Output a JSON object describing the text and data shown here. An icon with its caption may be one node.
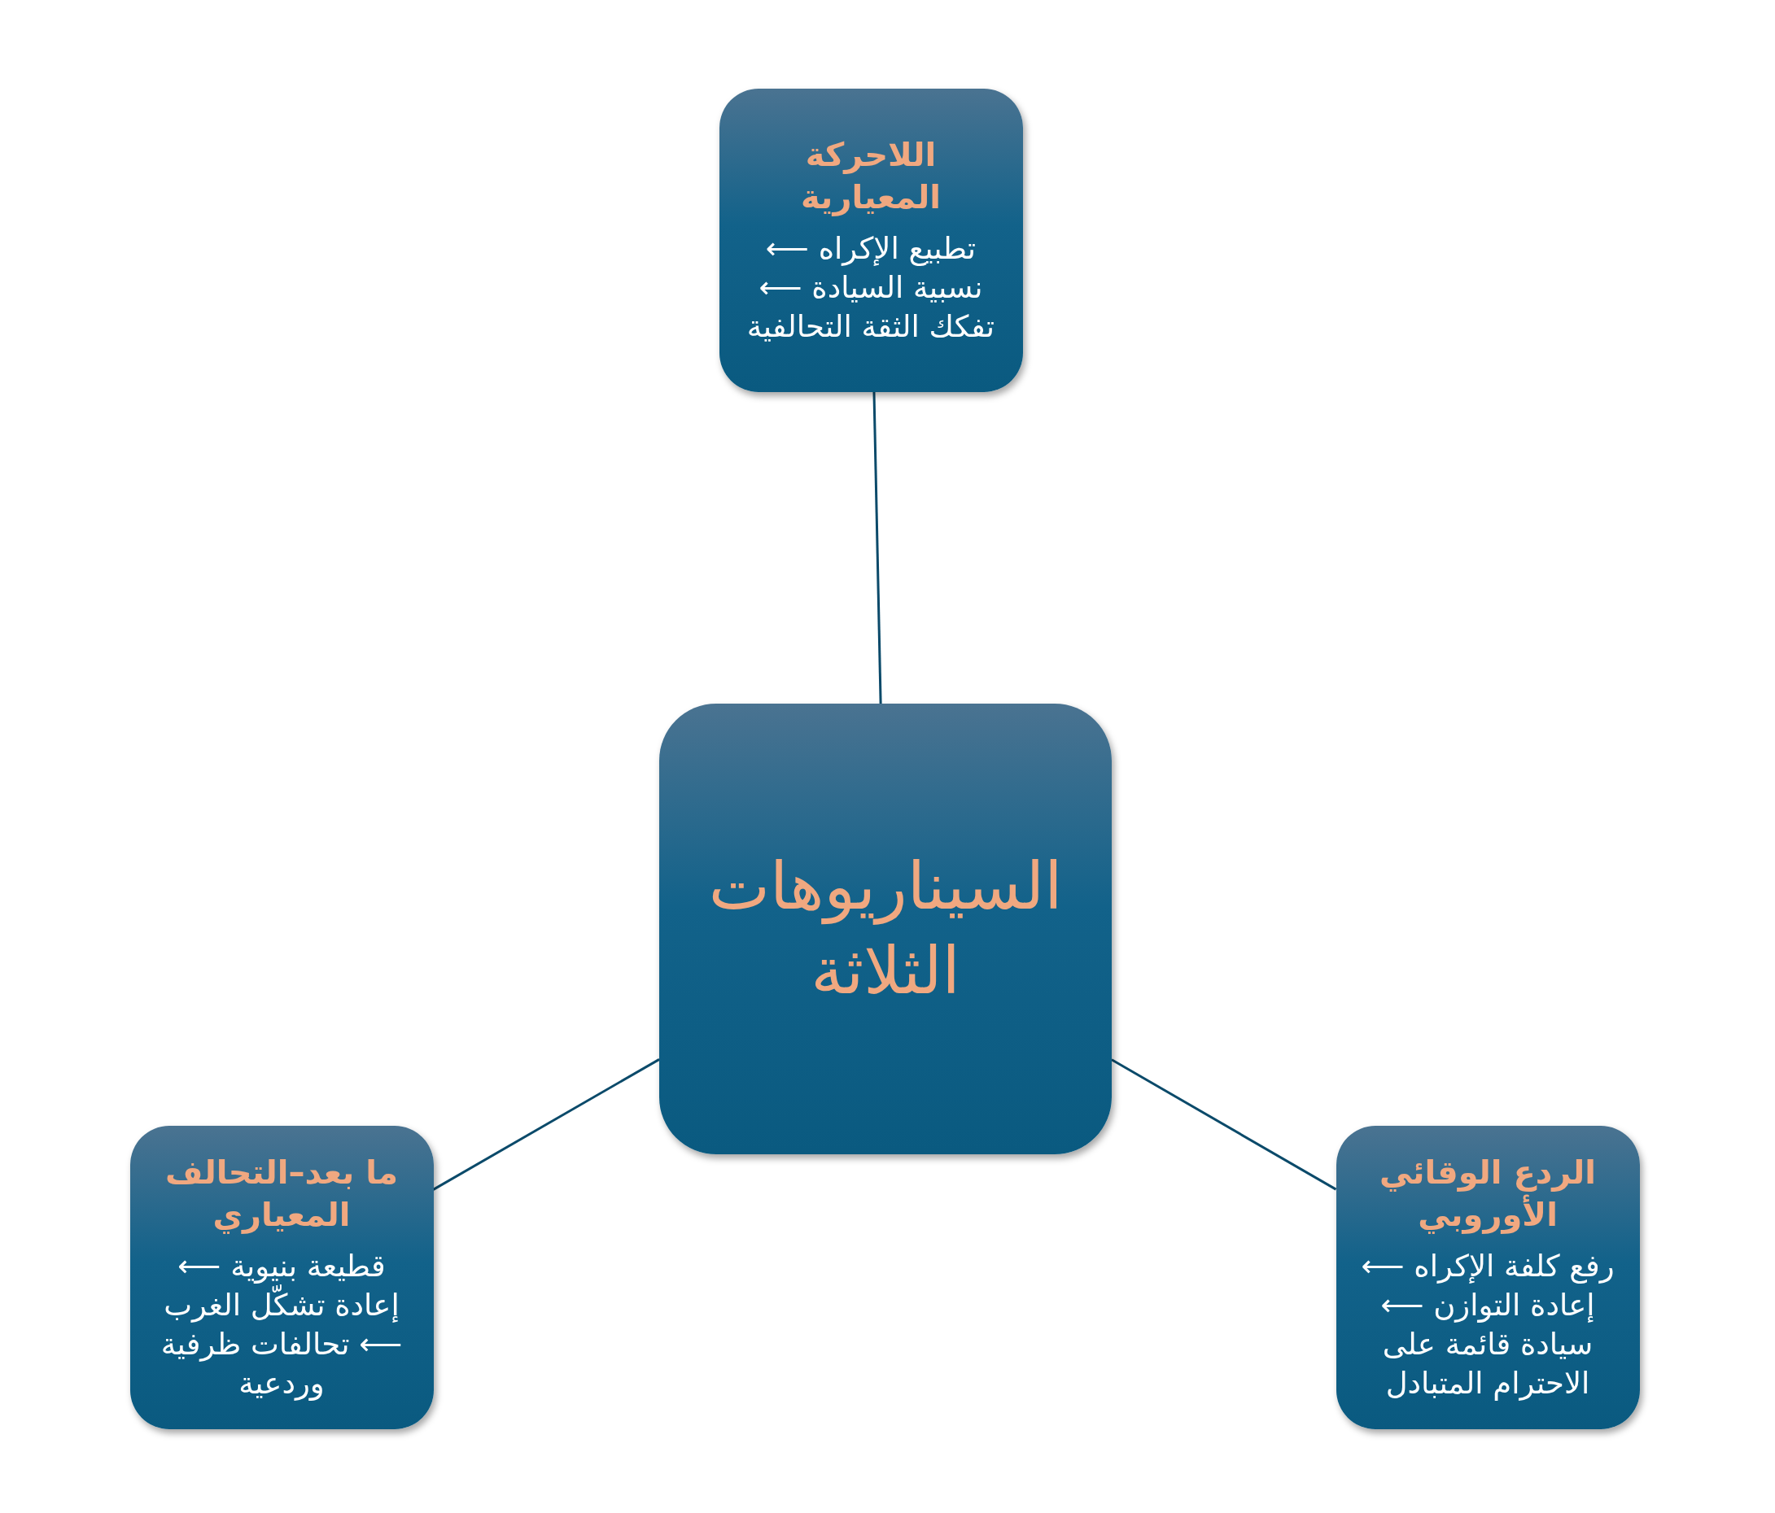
{
  "diagram": {
    "nodes": [
      {
        "text": [
          "السيناريوهات الثلاثة"
        ]
      },
      {
        "text": [
          "اللاحركة المعيارية",
          "تطبيع الإكراه ⟵ نسبية السيادة ⟵ تفكك الثقة التحالفية"
        ]
      },
      {
        "text": [
          "ما بعد–التحالف المعياري",
          "قطيعة بنيوية ⟵ إعادة تشكّل الغرب ⟵ تحالفات ظرفية وردعية"
        ]
      },
      {
        "text": [
          "الردع الوقائي الأوروبي",
          "رفع كلفة الإكراه ⟵ إعادة التوازن ⟵ سيادة قائمة على الاحترام المتبادل"
        ]
      }
    ],
    "edges": [
      {
        "from": 1,
        "to": 0,
        "arrow": "none"
      },
      {
        "from": 0,
        "to": 2,
        "arrow": "none"
      },
      {
        "from": 0,
        "to": 3,
        "arrow": "none"
      }
    ]
  }
}
